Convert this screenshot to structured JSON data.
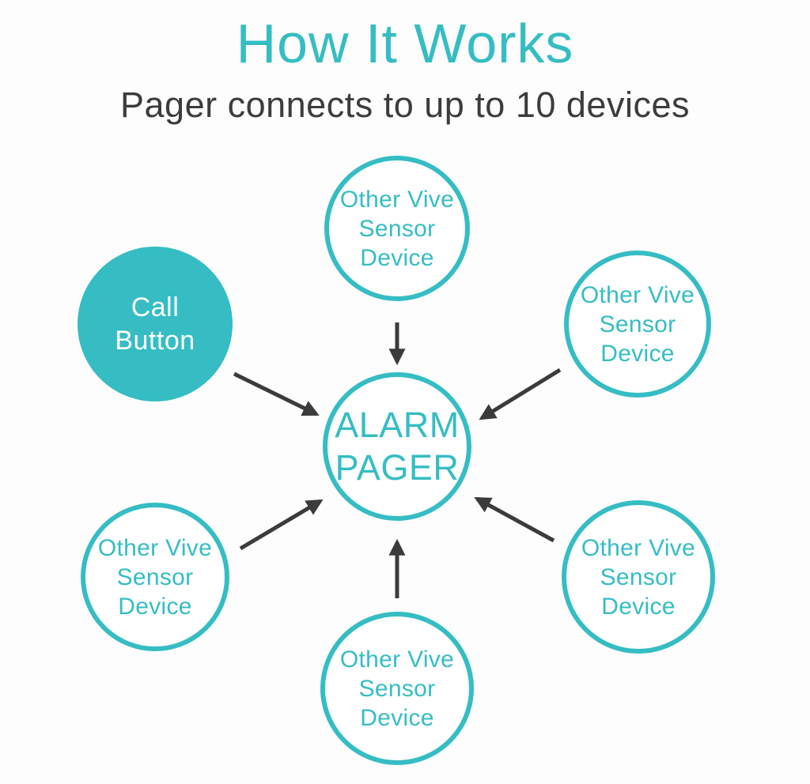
{
  "header": {
    "title": "How It Works",
    "subtitle": "Pager connects to up to 10 devices"
  },
  "colors": {
    "teal": "#35bdc3",
    "arrow": "#3b3b3b",
    "subtitle_text": "#3c3c3c",
    "background": "#fdfdfd"
  },
  "diagram": {
    "center_node": {
      "lines": [
        "ALARM",
        "PAGER"
      ]
    },
    "call_button": {
      "lines": [
        "Call",
        "Button"
      ]
    },
    "sensor_top": {
      "lines": [
        "Other Vive",
        "Sensor",
        "Device"
      ]
    },
    "sensor_upper_right": {
      "lines": [
        "Other Vive",
        "Sensor",
        "Device"
      ]
    },
    "sensor_lower_left": {
      "lines": [
        "Other Vive",
        "Sensor",
        "Device"
      ]
    },
    "sensor_lower_right": {
      "lines": [
        "Other Vive",
        "Sensor",
        "Device"
      ]
    },
    "sensor_bottom": {
      "lines": [
        "Other Vive",
        "Sensor",
        "Device"
      ]
    }
  }
}
